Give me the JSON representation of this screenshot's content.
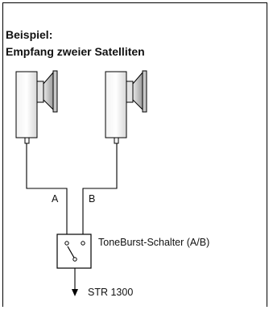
{
  "heading": {
    "line1": "Beispiel:",
    "line2": "Empfang zweier Satelliten"
  },
  "labels": {
    "input_a": "A",
    "input_b": "B",
    "switch": "ToneBurst-Schalter (A/B)",
    "output": "STR 1300"
  }
}
